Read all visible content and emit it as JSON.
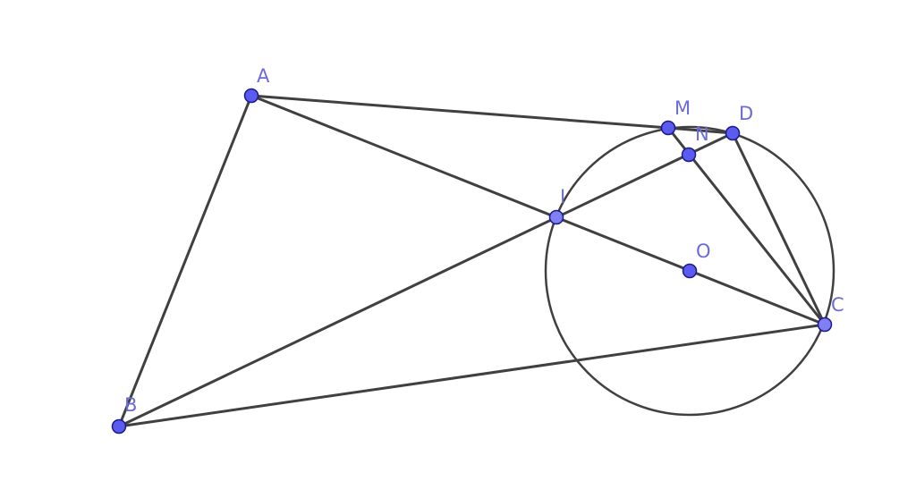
{
  "points": [
    {
      "id": "A",
      "label": "A",
      "fill": "#5b5bf0"
    },
    {
      "id": "B",
      "label": "B",
      "fill": "#5b5bf0"
    },
    {
      "id": "C",
      "label": "C",
      "fill": "#8080f4"
    },
    {
      "id": "D",
      "label": "D",
      "fill": "#5b5bf0"
    },
    {
      "id": "M",
      "label": "M",
      "fill": "#5b5bf0"
    },
    {
      "id": "N",
      "label": "N",
      "fill": "#5b5bf0"
    },
    {
      "id": "I",
      "label": "I",
      "fill": "#8080f4"
    },
    {
      "id": "O",
      "label": "O",
      "fill": "#5b5bf0"
    }
  ],
  "segments": [
    [
      "A",
      "B"
    ],
    [
      "A",
      "M"
    ],
    [
      "M",
      "D"
    ],
    [
      "A",
      "C"
    ],
    [
      "B",
      "C"
    ],
    [
      "B",
      "D"
    ],
    [
      "M",
      "C"
    ],
    [
      "D",
      "C"
    ]
  ],
  "circles": [
    {
      "center": "O",
      "through": "C"
    }
  ],
  "colors": {
    "line": "#404040",
    "label": "#6b6bdc"
  }
}
